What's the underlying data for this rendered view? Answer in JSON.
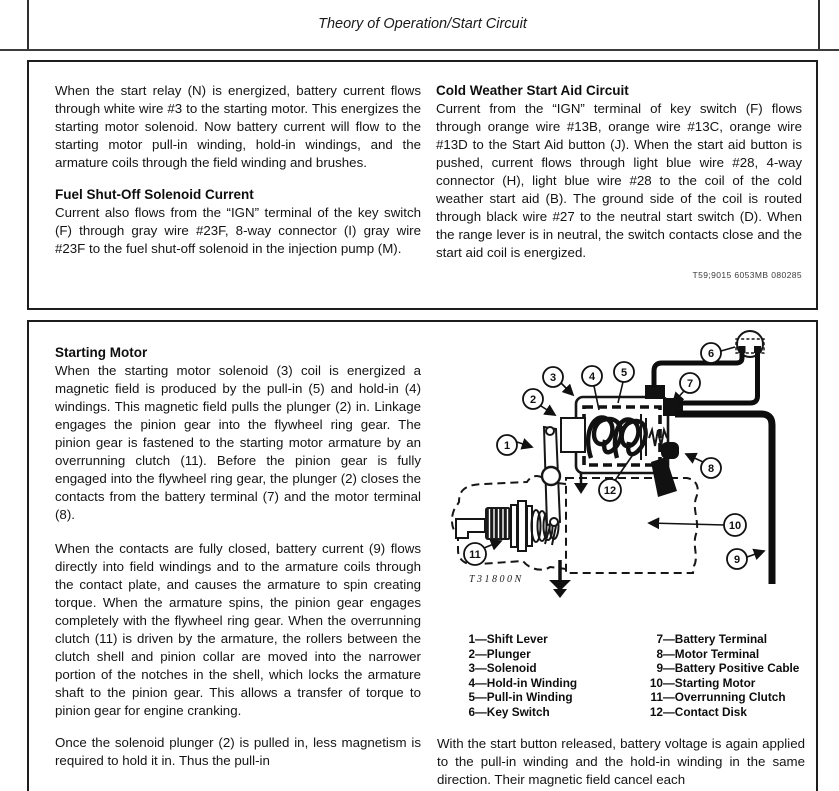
{
  "header": {
    "title": "Theory of Operation/Start Circuit"
  },
  "top_section": {
    "left": {
      "para1": "When the start relay (N) is energized, battery current flows through white wire #3 to the starting motor. This energizes the starting motor solenoid. Now battery current will flow to the starting motor pull-in winding, hold-in windings, and the armature coils through the field winding and brushes.",
      "heading2": "Fuel Shut-Off Solenoid Current",
      "para2": "Current also flows from the “IGN” terminal of the key switch (F) through gray wire #23F, 8-way connector (I) gray wire #23F to the fuel shut-off solenoid in the injection pump (M)."
    },
    "right": {
      "heading": "Cold Weather Start Aid Circuit",
      "para": "Current from the “IGN” terminal of key switch (F) flows through orange wire #13B, orange wire #13C, orange wire #13D to the Start Aid button (J). When the start aid button is pushed, current flows through light blue wire #28, 4-way connector (H), light blue wire #28 to the coil of the cold weather start aid (B). The ground side of the coil is routed through black wire #27 to the neutral start switch (D). When the range lever is in neutral, the switch contacts close and the start aid coil is energized.",
      "ref": "T59;9015 6053MB 080285"
    }
  },
  "bottom_section": {
    "left": {
      "heading": "Starting Motor",
      "para1": "When the starting motor solenoid (3) coil is energized a magnetic field is produced by the pull-in (5) and hold-in (4) windings. This magnetic field pulls the plunger (2) in. Linkage engages the pinion gear into the flywheel ring gear. The pinion gear is fastened to the starting motor armature by an overrunning clutch (11). Before the pinion gear is fully engaged into the flywheel ring gear, the plunger (2) closes the contacts from the battery terminal (7) and the motor terminal (8).",
      "para2": "When the contacts are fully closed, battery current (9) flows directly into field windings and to the armature coils through the contact plate, and causes the armature to spin creating torque. When the armature spins, the pinion gear engages completely with the flywheel ring gear. When the overrunning clutch (11) is driven by the armature, the rollers between the clutch shell and pinion collar are moved into the narrower portion of the notches in the shell, which locks the armature shaft to the pinion gear. This allows a transfer of torque to pinion gear for engine cranking.",
      "para3": "Once the solenoid plunger (2) is pulled in, less magnetism is required to hold it in. Thus the pull-in"
    },
    "right": {
      "figure_label": "T31800N",
      "callouts": [
        "1",
        "2",
        "3",
        "4",
        "5",
        "6",
        "7",
        "8",
        "9",
        "10",
        "11",
        "12"
      ],
      "legend_col1": [
        {
          "n": "1",
          "t": "—Shift Lever"
        },
        {
          "n": "2",
          "t": "—Plunger"
        },
        {
          "n": "3",
          "t": "—Solenoid"
        },
        {
          "n": "4",
          "t": "—Hold-in Winding"
        },
        {
          "n": "5",
          "t": "—Pull-in Winding"
        },
        {
          "n": "6",
          "t": "—Key Switch"
        }
      ],
      "legend_col2": [
        {
          "n": "7",
          "t": "—Battery Terminal"
        },
        {
          "n": "8",
          "t": "—Motor Terminal"
        },
        {
          "n": "9",
          "t": "—Battery Positive Cable"
        },
        {
          "n": "10",
          "t": "—Starting Motor"
        },
        {
          "n": "11",
          "t": "—Overrunning Clutch"
        },
        {
          "n": "12",
          "t": "—Contact Disk"
        }
      ],
      "para": "With the start button released, battery voltage is again applied to the pull-in winding and the hold-in winding in the same direction. Their magnetic field cancel each"
    }
  }
}
